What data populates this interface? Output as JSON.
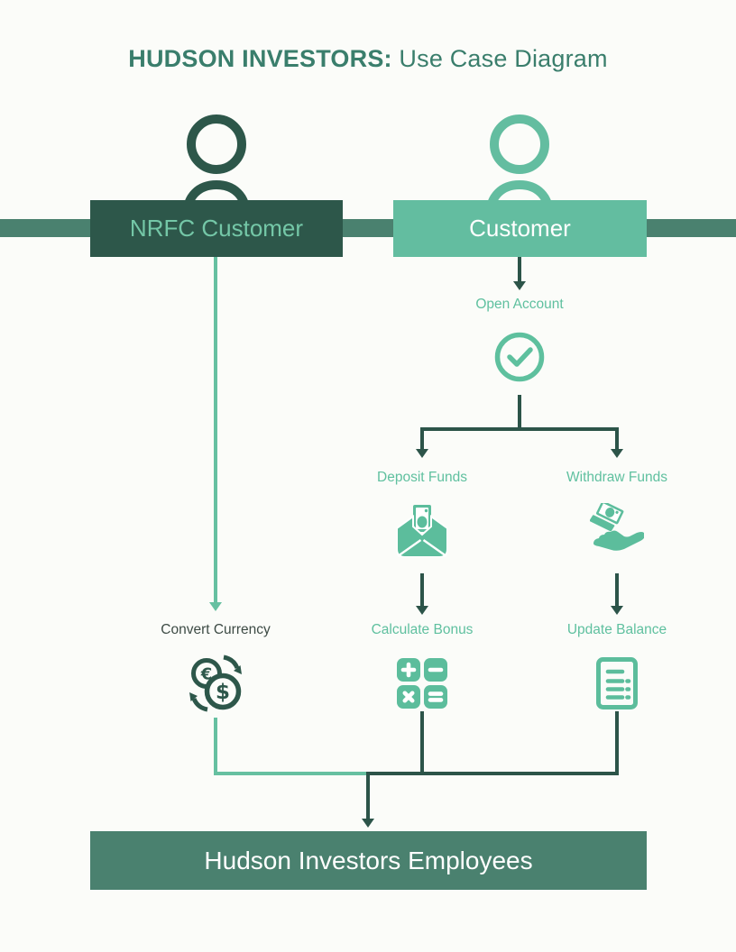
{
  "title": {
    "brand": "HUDSON INVESTORS:",
    "rest": " Use Case Diagram"
  },
  "actors": {
    "nrfc": {
      "label": "NRFC Customer"
    },
    "customer": {
      "label": "Customer"
    },
    "employees": {
      "label": "Hudson Investors Employees"
    }
  },
  "use_cases": {
    "open_account": {
      "label": "Open Account",
      "icon": "check-circle-icon"
    },
    "deposit_funds": {
      "label": "Deposit Funds",
      "icon": "money-envelope-icon"
    },
    "withdraw_funds": {
      "label": "Withdraw Funds",
      "icon": "hand-receiving-money-icon"
    },
    "convert_currency": {
      "label": "Convert Currency",
      "icon": "currency-exchange-coins-icon"
    },
    "calculate_bonus": {
      "label": "Calculate Bonus",
      "icon": "calculator-icon"
    },
    "update_balance": {
      "label": "Update Balance",
      "icon": "receipt-icon"
    }
  },
  "colors": {
    "background": "#fbfcf9",
    "dark_green": "#2d574a",
    "medium_green": "#4a816f",
    "light_green": "#63bda0",
    "label_green": "#5fc09f",
    "connector_dark": "#2c5449",
    "connector_light": "#66c0a1",
    "dark_label_text": "#3d4b45",
    "title_green": "#3a7e6c"
  }
}
